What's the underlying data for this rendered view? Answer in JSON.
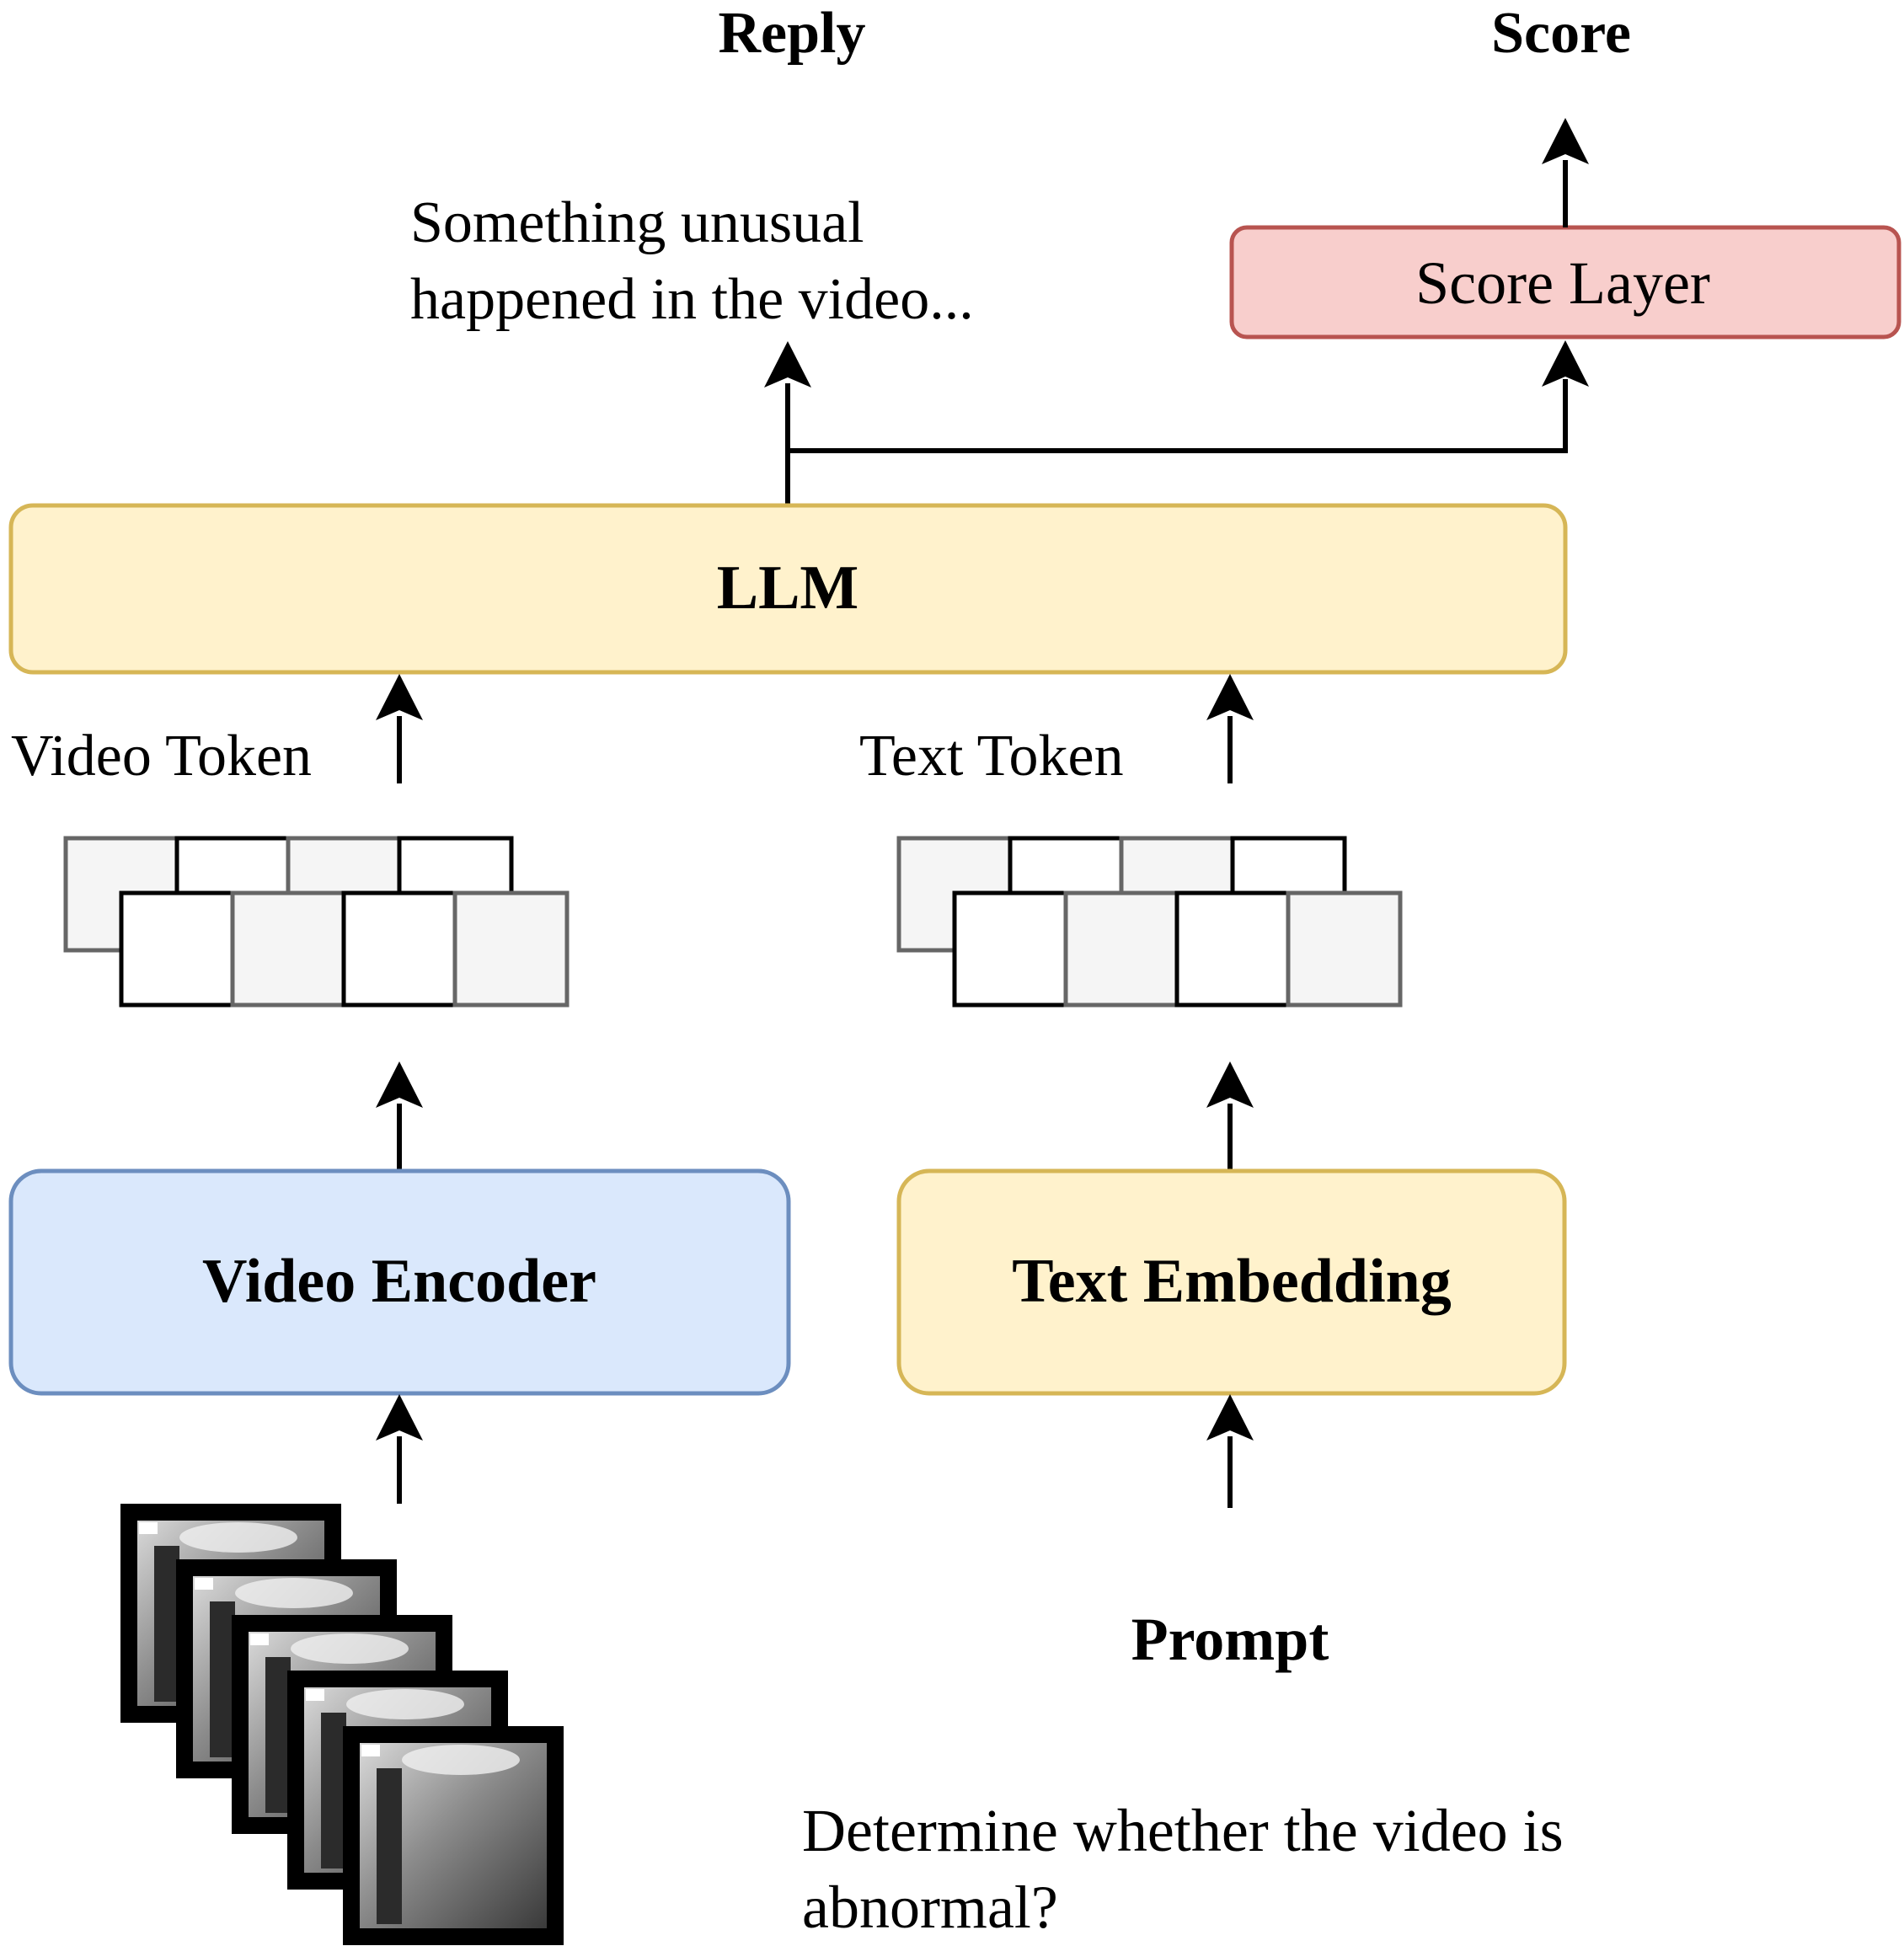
{
  "outputs": {
    "reply_label": "Reply",
    "score_label": "Score",
    "reply_text_line1": "Something unusual",
    "reply_text_line2": "happened in the video..."
  },
  "blocks": {
    "score_layer": "Score Layer",
    "llm": "LLM",
    "video_encoder": "Video Encoder",
    "text_embedding": "Text Embedding"
  },
  "tokens": {
    "video_token_label": "Video Token",
    "text_token_label": "Text Token",
    "pattern": [
      "gray",
      "white",
      "white",
      "gray",
      "gray",
      "white",
      "white",
      "gray"
    ]
  },
  "inputs": {
    "prompt_label": "Prompt",
    "prompt_text_line1": "Determine whether the video is",
    "prompt_text_line2": "abnormal?",
    "video_frame_count": 5
  },
  "colors": {
    "score_layer_fill": "#f8cecc",
    "score_layer_stroke": "#b85450",
    "llm_fill": "#fff2cc",
    "llm_stroke": "#d6b656",
    "video_encoder_fill": "#dae8fc",
    "video_encoder_stroke": "#6c8ebf",
    "text_embedding_fill": "#fff2cc",
    "text_embedding_stroke": "#d6b656",
    "token_gray_fill": "#f5f5f5",
    "token_gray_stroke": "#666666",
    "token_white_fill": "#ffffff",
    "token_white_stroke": "#000000"
  }
}
